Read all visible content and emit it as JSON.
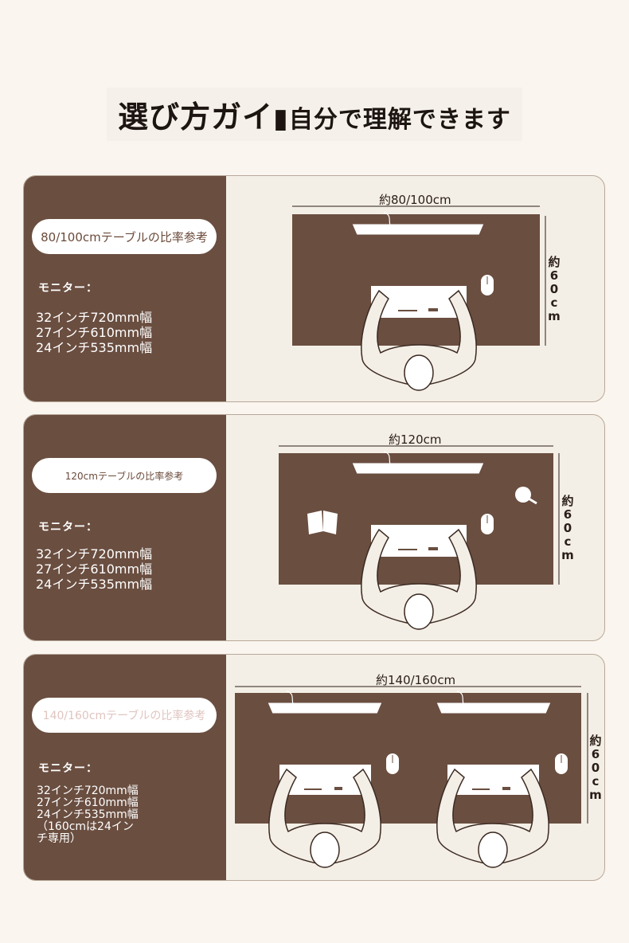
{
  "header": {
    "title_part1": "選び方ガイ",
    "title_part2": "自分で理解できます"
  },
  "panels": [
    {
      "label": "80/100cmテーブルの比率参考",
      "monitor_label": "モニター：",
      "spec": "32インチ720mm幅 27インチ610mm幅 24インチ535mm幅",
      "width_dim": "約80/100cm",
      "height_dim": "約\n6\n0\nc\nm"
    },
    {
      "label": "120cmテーブルの比率参考",
      "monitor_label": "モニター：",
      "spec": "32インチ720mm幅 27インチ610mm幅 24インチ535mm幅",
      "width_dim": "約120cm",
      "height_dim": "約\n6\n0\nc\nm"
    },
    {
      "label": "140/160cmテーブルの比率参考",
      "monitor_label": "モニター：",
      "spec": "32インチ720mm幅 27インチ610mm幅 24インチ535mm幅（160cmは24インチ専用）",
      "width_dim": "約140/160cm",
      "height_dim": "約\n6\n0\nc\nm"
    }
  ],
  "colors": {
    "desk": "#6a4e40",
    "background": "#faf6ef",
    "panel_bg": "#f4efe6",
    "accent_text": "#6b4a3a"
  }
}
